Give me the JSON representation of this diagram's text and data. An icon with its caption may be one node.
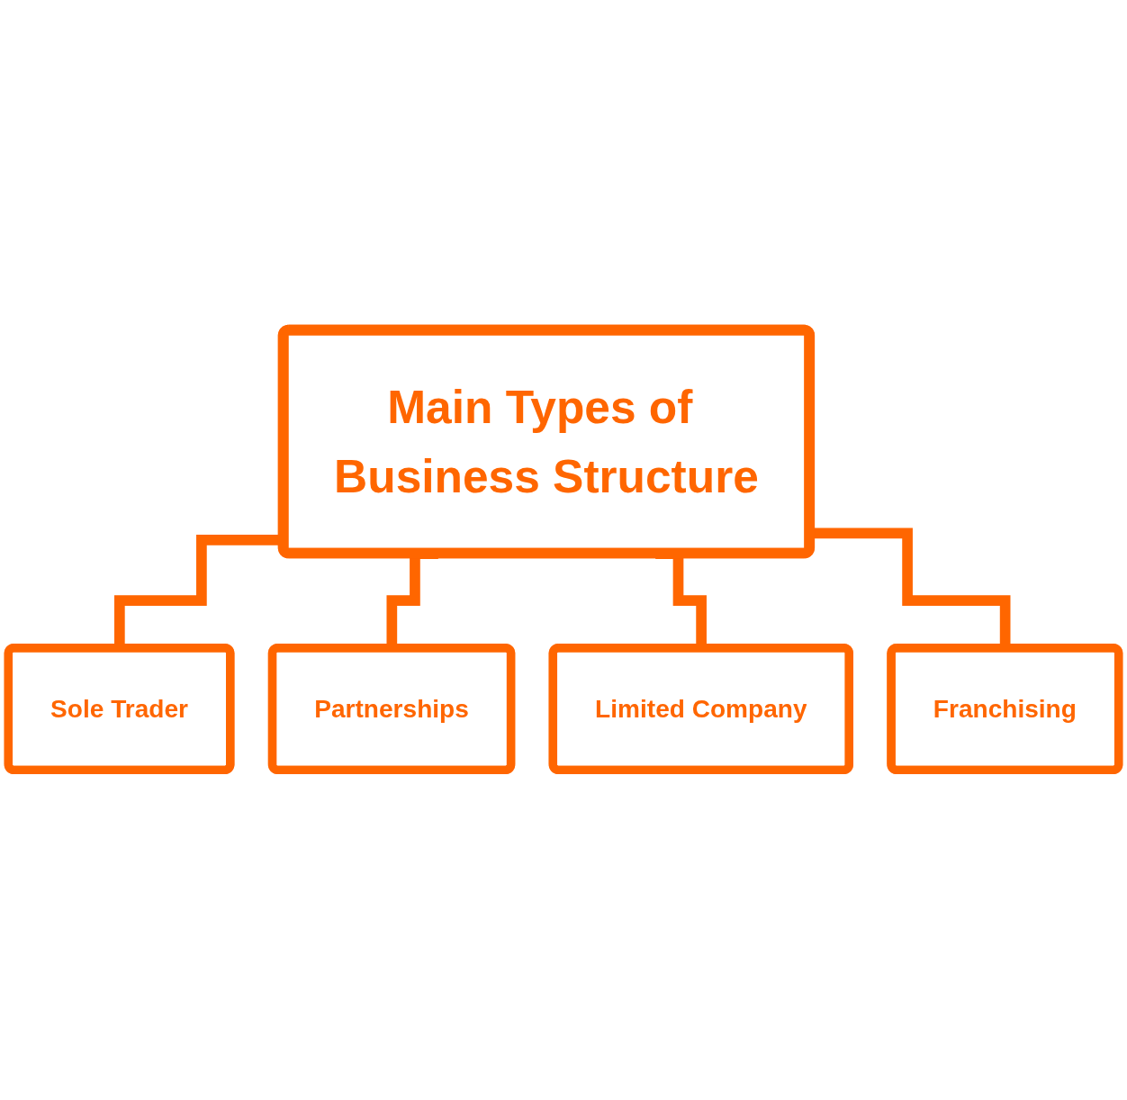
{
  "diagram": {
    "nodes": [
      {
        "text": [
          "Main Types of Business Structure"
        ]
      },
      {
        "text": [
          "Sole Trader"
        ]
      },
      {
        "text": [
          "Partnerships"
        ]
      },
      {
        "text": [
          "Limited Company"
        ]
      },
      {
        "text": [
          "Franchising"
        ]
      }
    ],
    "edges": [
      {
        "from": 0,
        "to": 1,
        "arrow": "none"
      },
      {
        "from": 0,
        "to": 2,
        "arrow": "none"
      },
      {
        "from": 0,
        "to": 3,
        "arrow": "none"
      },
      {
        "from": 0,
        "to": 4,
        "arrow": "none"
      }
    ]
  }
}
